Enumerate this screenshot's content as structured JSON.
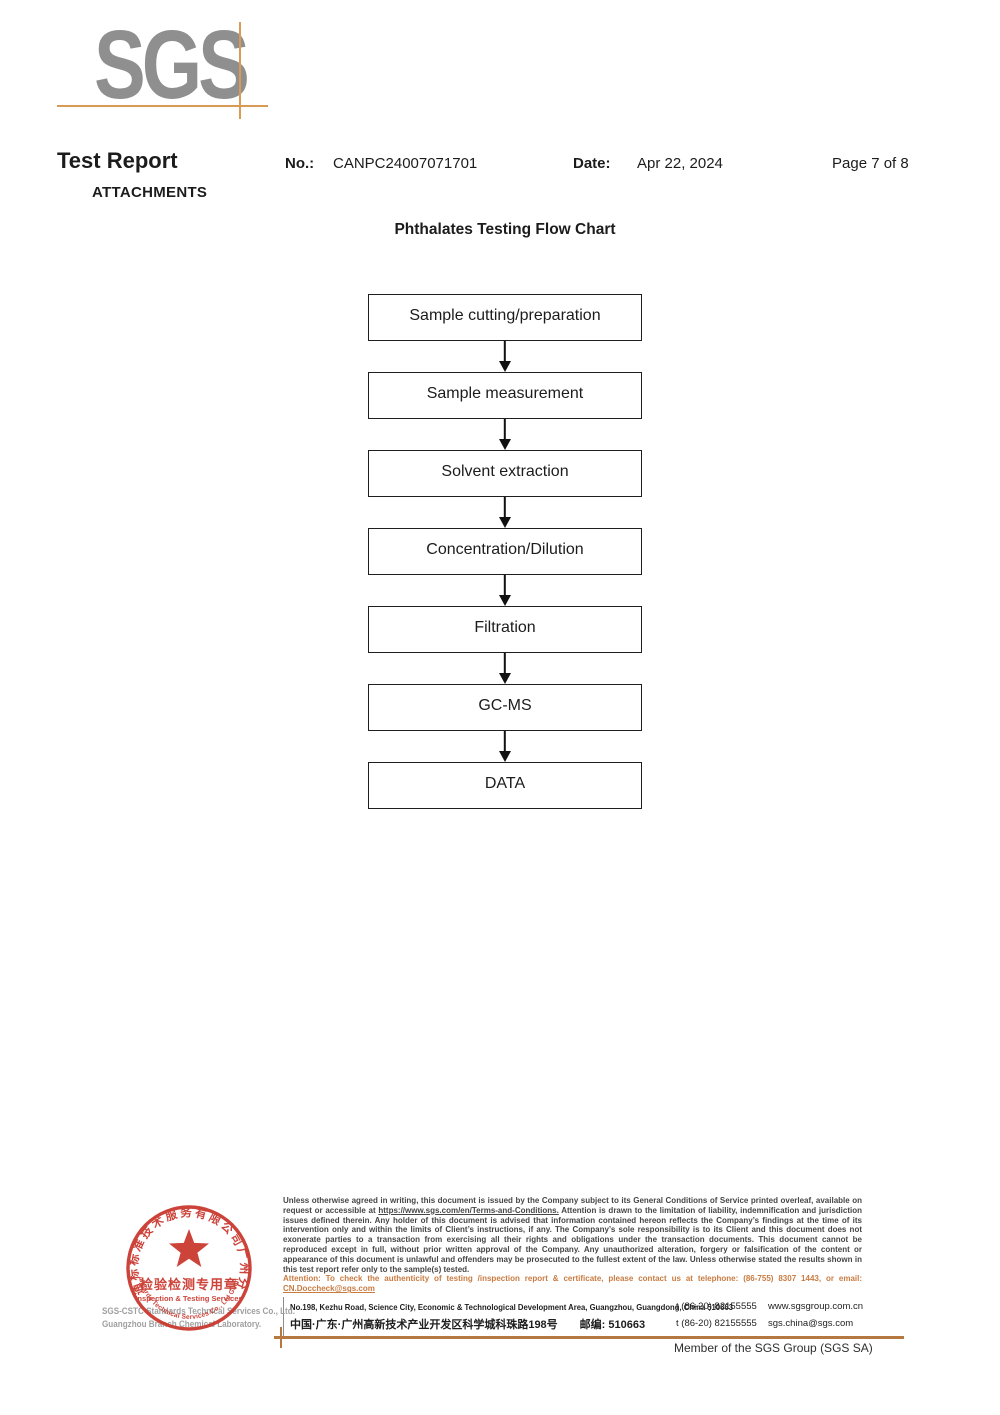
{
  "logo": {
    "text": "SGS"
  },
  "header": {
    "title": "Test Report",
    "subtitle": "ATTACHMENTS",
    "no_label": "No.:",
    "no_value": "CANPC24007071701",
    "date_label": "Date:",
    "date_value": "Apr 22, 2024",
    "page": "Page 7 of 8"
  },
  "chart": {
    "title": "Phthalates Testing Flow Chart",
    "steps": [
      "Sample cutting/preparation",
      "Sample measurement",
      "Solvent extraction",
      "Concentration/Dilution",
      "Filtration",
      "GC-MS",
      "DATA"
    ]
  },
  "stamp": {
    "arc_top_cn": "通标标准技术服务有限公司广州分公司",
    "arc_bottom_en": "SGS-CSTC Standards Technical Services Co., Ltd Guangzhou Branch",
    "center_cn": "检验检测专用章",
    "center_en": "Inspection & Testing Services",
    "company_line1": "SGS-CSTC Standards Technical Services Co., Ltd.",
    "company_line2": "Guangzhou Branch Chemical Laboratory.",
    "red": "#c9352b"
  },
  "footer": {
    "disclaimer_pre": "Unless otherwise agreed in writing, this document is issued by the Company subject to its General Conditions of Service printed overleaf, available on request or accessible at ",
    "disclaimer_link": "https://www.sgs.com/en/Terms-and-Conditions.",
    "disclaimer_post": " Attention is drawn to the limitation of liability, indemnification and jurisdiction issues defined therein. Any holder of this document is advised that information contained hereon reflects the Company’s findings at the time of its intervention only and within the limits of Client’s instructions, if any. The Company’s sole responsibility is to its Client and this document does not exonerate parties to a transaction from exercising all their rights and obligations under the transaction documents. This document cannot be reproduced except in full, without prior written approval of the Company. Any unauthorized alteration, forgery or falsification of the content or appearance of this document is unlawful and offenders may be prosecuted to the fullest extent of the law. Unless otherwise stated the results shown in this test report refer only to the sample(s) tested.",
    "attention_pre": "Attention: To check the authenticity of testing /inspection report & certificate, please contact us at telephone: (86-755) 8307 1443, or email: ",
    "attention_link": "CN.Doccheck@sgs.com",
    "address_en": "No.198, Kezhu Road, Science City, Economic & Technological Development Area, Guangzhou, Guangdong, China 510663",
    "address_cn": "中国·广东·广州高新技术产业开发区科学城科珠路198号　　邮编: 510663",
    "phone1": "t (86-20) 82155555",
    "phone2": "t (86-20) 82155555",
    "website": "www.sgsgroup.com.cn",
    "email": "sgs.china@sgs.com",
    "member": "Member of the SGS Group (SGS SA)",
    "accent_orange": "#c97c42",
    "rule_color": "#b5793f"
  }
}
